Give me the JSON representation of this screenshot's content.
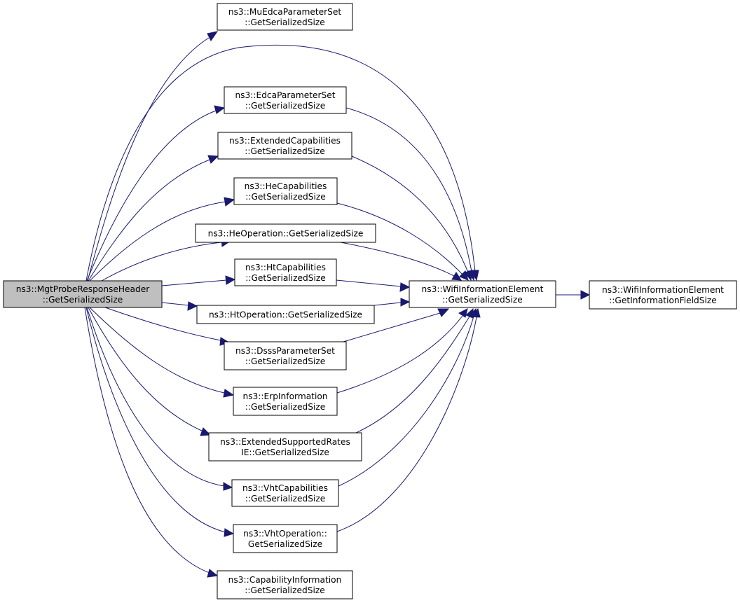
{
  "graph": {
    "edge_color": "#191970",
    "root_fill": "#bfbfbf",
    "nodes": [
      {
        "id": "root",
        "lines": [
          "ns3::MgtProbeResponseHeader",
          "::GetSerializedSize"
        ]
      },
      {
        "id": "muedca",
        "lines": [
          "ns3::MuEdcaParameterSet",
          "::GetSerializedSize"
        ]
      },
      {
        "id": "edca",
        "lines": [
          "ns3::EdcaParameterSet",
          "::GetSerializedSize"
        ]
      },
      {
        "id": "extcap",
        "lines": [
          "ns3::ExtendedCapabilities",
          "::GetSerializedSize"
        ]
      },
      {
        "id": "hecap",
        "lines": [
          "ns3::HeCapabilities",
          "::GetSerializedSize"
        ]
      },
      {
        "id": "heop",
        "lines": [
          "ns3::HeOperation::GetSerializedSize"
        ]
      },
      {
        "id": "htcap",
        "lines": [
          "ns3::HtCapabilities",
          "::GetSerializedSize"
        ]
      },
      {
        "id": "htop",
        "lines": [
          "ns3::HtOperation::GetSerializedSize"
        ]
      },
      {
        "id": "dsss",
        "lines": [
          "ns3::DsssParameterSet",
          "::GetSerializedSize"
        ]
      },
      {
        "id": "erp",
        "lines": [
          "ns3::ErpInformation",
          "::GetSerializedSize"
        ]
      },
      {
        "id": "extrates",
        "lines": [
          "ns3::ExtendedSupportedRates",
          "IE::GetSerializedSize"
        ]
      },
      {
        "id": "vhtcap",
        "lines": [
          "ns3::VhtCapabilities",
          "::GetSerializedSize"
        ]
      },
      {
        "id": "vhtop",
        "lines": [
          "ns3::VhtOperation::",
          "GetSerializedSize"
        ]
      },
      {
        "id": "capinfo",
        "lines": [
          "ns3::CapabilityInformation",
          "::GetSerializedSize"
        ]
      },
      {
        "id": "wifiie",
        "lines": [
          "ns3::WifiInformationElement",
          "::GetSerializedSize"
        ]
      },
      {
        "id": "wifiie_field",
        "lines": [
          "ns3::WifiInformationElement",
          "::GetInformationFieldSize"
        ]
      }
    ],
    "edges": [
      [
        "root",
        "muedca"
      ],
      [
        "root",
        "wifiie"
      ],
      [
        "root",
        "edca"
      ],
      [
        "root",
        "extcap"
      ],
      [
        "root",
        "hecap"
      ],
      [
        "root",
        "heop"
      ],
      [
        "root",
        "htcap"
      ],
      [
        "root",
        "htop"
      ],
      [
        "root",
        "dsss"
      ],
      [
        "root",
        "erp"
      ],
      [
        "root",
        "extrates"
      ],
      [
        "root",
        "vhtcap"
      ],
      [
        "root",
        "vhtop"
      ],
      [
        "root",
        "capinfo"
      ],
      [
        "edca",
        "wifiie"
      ],
      [
        "extcap",
        "wifiie"
      ],
      [
        "hecap",
        "wifiie"
      ],
      [
        "heop",
        "wifiie"
      ],
      [
        "htcap",
        "wifiie"
      ],
      [
        "htop",
        "wifiie"
      ],
      [
        "dsss",
        "wifiie"
      ],
      [
        "erp",
        "wifiie"
      ],
      [
        "extrates",
        "wifiie"
      ],
      [
        "vhtcap",
        "wifiie"
      ],
      [
        "vhtop",
        "wifiie"
      ],
      [
        "wifiie",
        "wifiie_field"
      ]
    ]
  }
}
